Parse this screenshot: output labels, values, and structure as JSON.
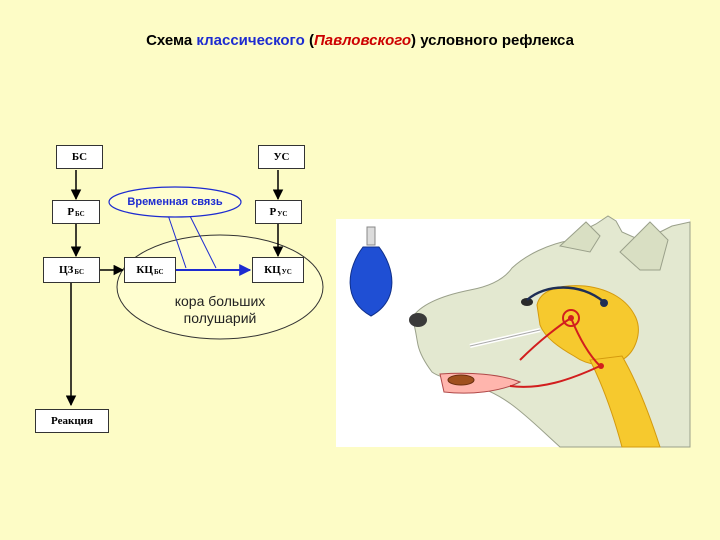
{
  "title": {
    "prefix": "Схема ",
    "classic": "классического",
    "open_paren": " (",
    "pavlov": "Павловского",
    "suffix": ") условного рефлекса"
  },
  "nodes": {
    "bs": "БС",
    "us": "УС",
    "r_bs": "Р",
    "r_bs_sub": "БС",
    "r_us": "Р",
    "r_us_sub": "УС",
    "cz_bs": "ЦЗ",
    "cz_bs_sub": "БС",
    "kc_bs": "КЦ",
    "kc_bs_sub": "БС",
    "kc_us": "КЦ",
    "kc_us_sub": "УС",
    "reaction": "Реакция"
  },
  "temporary_link": "Временная связь",
  "cortex": {
    "line1": "кора больших",
    "line2": "полушарий"
  },
  "colors": {
    "background": "#fdfcc6",
    "cortex_fill": "#fffed0",
    "link_blue": "#1d2bd0",
    "accent_red": "#cc0000"
  }
}
